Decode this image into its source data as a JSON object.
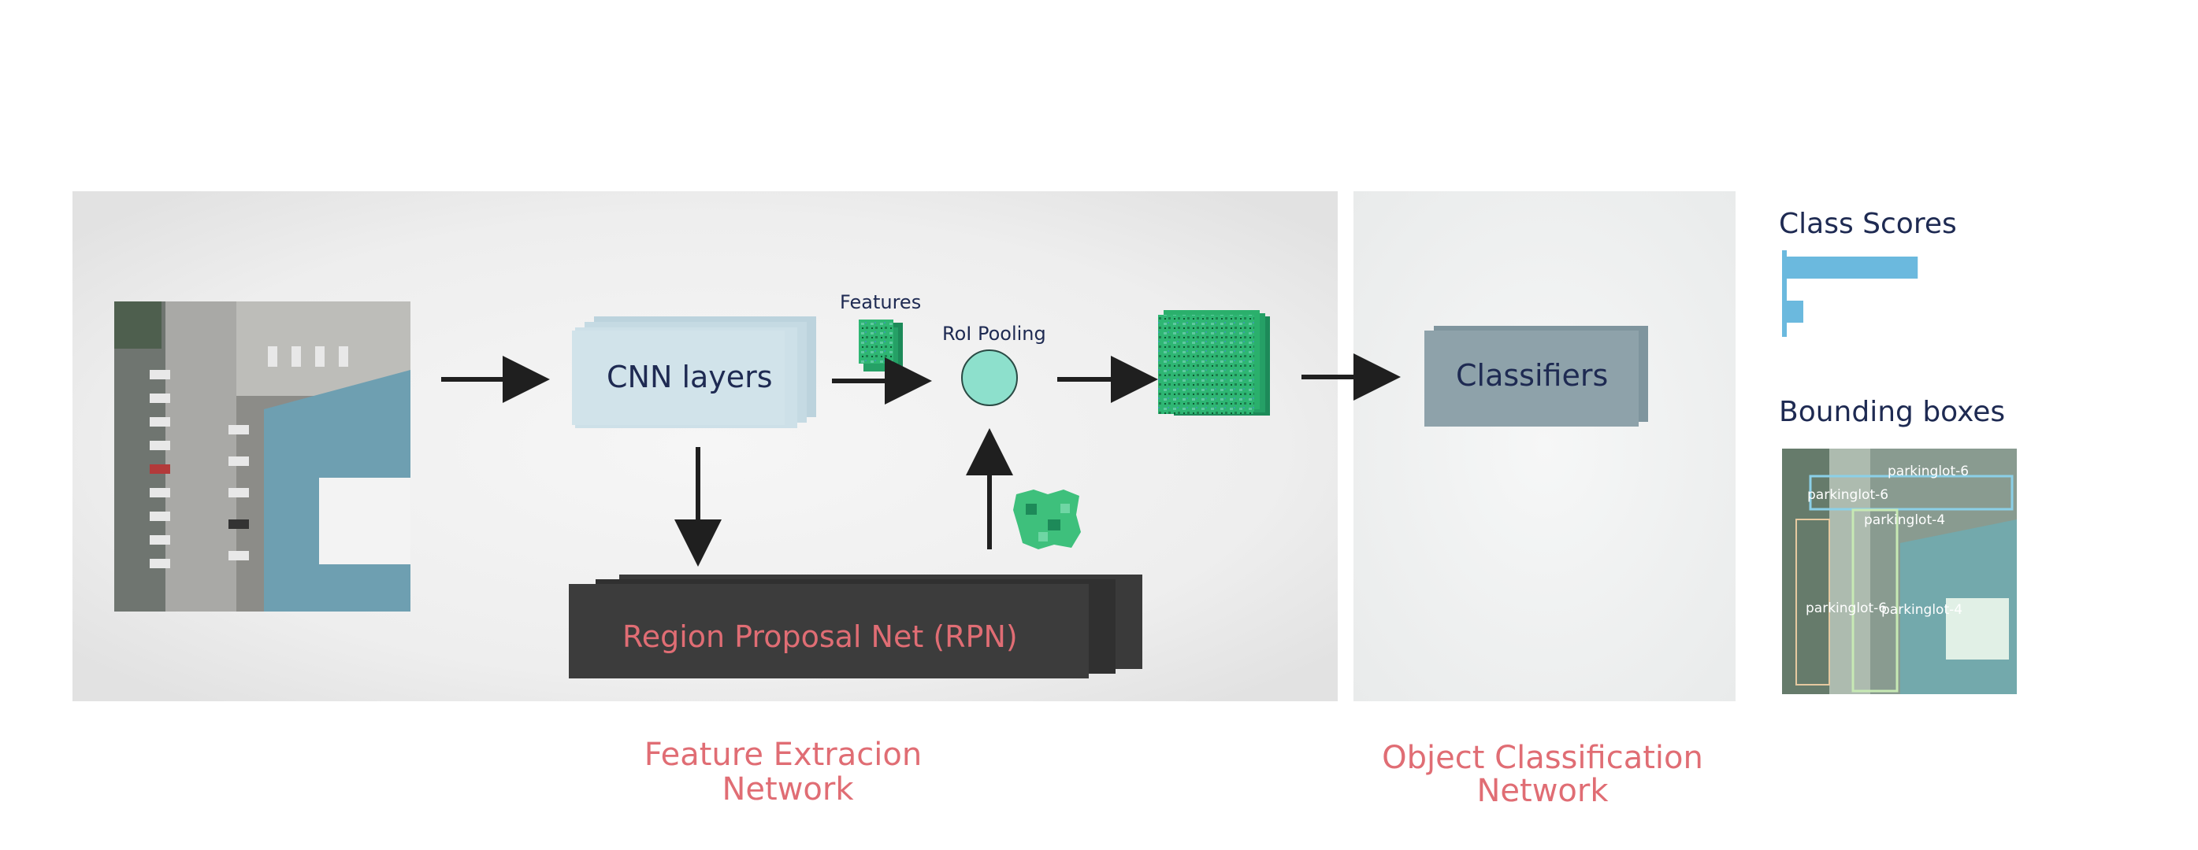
{
  "diagram": {
    "input_image": {
      "icon": "aerial-parking-lot-image"
    },
    "cnn_label": "CNN layers",
    "features_label": "Features",
    "roi_label": "RoI Pooling",
    "rpn_label": "Region Proposal Net (RPN)",
    "classifiers_label": "Classifiers",
    "class_scores_label": "Class Scores",
    "bounding_boxes_label": "Bounding boxes",
    "section_feature": [
      "Feature Extracion",
      "Network"
    ],
    "section_object": [
      "Object Classification",
      "Network"
    ],
    "detections": [
      "parkinglot-6",
      "parkinglot-6",
      "parkinglot-4",
      "parkinglot-6",
      "parkinglot-4"
    ],
    "class_scores": [
      0.95,
      0.12
    ],
    "colors": {
      "panel": "#efefef",
      "cnn": "#cfe2ea",
      "classifier": "#8ea2aa",
      "rpn": "#3c3c3c",
      "accent_red": "#e06d74",
      "navy": "#1e2a52",
      "roi": "#8de0cc",
      "feature_green": "#2eb673",
      "score_bar": "#6bb9de"
    }
  }
}
